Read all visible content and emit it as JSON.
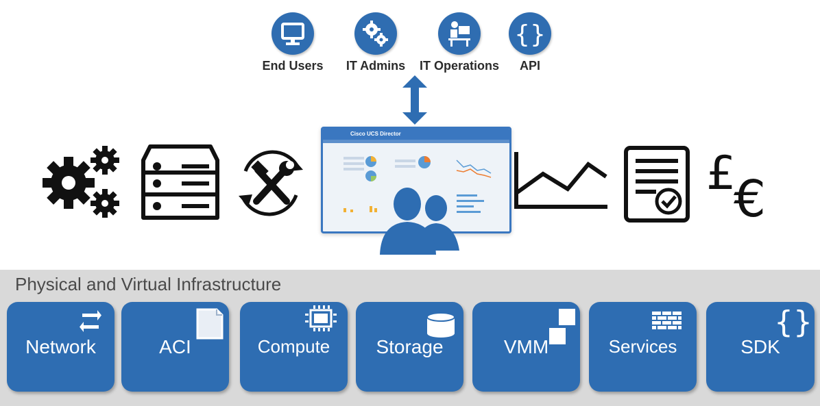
{
  "personas": [
    {
      "label": "End Users",
      "icon": "monitor-icon"
    },
    {
      "label": "IT Admins",
      "icon": "gears-icon"
    },
    {
      "label": "IT Operations",
      "icon": "operator-icon"
    },
    {
      "label": "API",
      "icon": "braces-icon"
    }
  ],
  "center": {
    "dashboard_title": "Cisco UCS Director",
    "icons": [
      "gears-icon",
      "server-icon",
      "tools-cycle-icon",
      "users-icon",
      "line-chart-icon",
      "checklist-icon",
      "currency-icon"
    ]
  },
  "infrastructure": {
    "title": "Physical and Virtual Infrastructure",
    "tiles": [
      {
        "label": "Network",
        "icon": "arrows-icon"
      },
      {
        "label": "ACI",
        "icon": "document-icon"
      },
      {
        "label": "Compute",
        "icon": "chip-icon"
      },
      {
        "label": "Storage",
        "icon": "database-icon"
      },
      {
        "label": "VMM",
        "icon": "vm-squares-icon"
      },
      {
        "label": "Services",
        "icon": "firewall-icon"
      },
      {
        "label": "SDK",
        "icon": "braces-icon"
      }
    ]
  },
  "colors": {
    "accent": "#2e6db2",
    "band": "#d9d9d9",
    "icon": "#111111"
  }
}
